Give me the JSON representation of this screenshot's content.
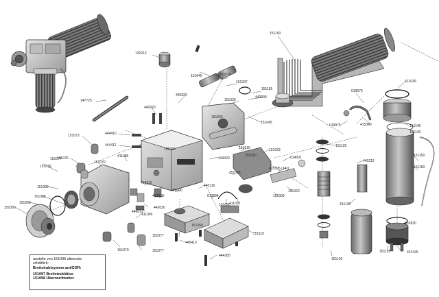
{
  "note": {
    "line1": "anstelle von 151095 alternativ",
    "line2": "erhältlich:",
    "line3": "Breitstrahlsystem antiCOR:",
    "line4": "151097 Breitstrahldüse",
    "line5": "151098 Überwurfmutter"
  },
  "parts": [
    {
      "id": "p151100",
      "label": "151100"
    },
    {
      "id": "p130213",
      "label": "130213"
    },
    {
      "id": "p151040",
      "label": "151040"
    },
    {
      "id": "p151038",
      "label": "151038"
    },
    {
      "id": "p151037",
      "label": "151037"
    },
    {
      "id": "p151165",
      "label": "151165"
    },
    {
      "id": "p443990",
      "label": "443990"
    },
    {
      "id": "p151030",
      "label": "151030"
    },
    {
      "id": "p151045",
      "label": "151045"
    },
    {
      "id": "p412039",
      "label": "412039"
    },
    {
      "id": "p019976",
      "label": "019976"
    },
    {
      "id": "p147725",
      "label": "147725"
    },
    {
      "id": "p440920",
      "label": "440920"
    },
    {
      "id": "p440920b",
      "label": "440920"
    },
    {
      "id": "p151043",
      "label": "151043"
    },
    {
      "id": "p415340",
      "label": "415340"
    },
    {
      "id": "p019975",
      "label": "019975"
    },
    {
      "id": "p151145",
      "label": "151145"
    },
    {
      "id": "p151140",
      "label": "151140"
    },
    {
      "id": "p151073",
      "label": "151073"
    },
    {
      "id": "p444410",
      "label": "444410"
    },
    {
      "id": "p444412",
      "label": "444412"
    },
    {
      "id": "p151075",
      "label": "151075"
    },
    {
      "id": "p151076",
      "label": "151076"
    },
    {
      "id": "p151080",
      "label": "151080"
    },
    {
      "id": "p151070",
      "label": "151070"
    },
    {
      "id": "p411089",
      "label": "411089"
    },
    {
      "id": "p151055",
      "label": "151055"
    },
    {
      "id": "p444420",
      "label": "444420"
    },
    {
      "id": "p151015",
      "label": "151015"
    },
    {
      "id": "p151023",
      "label": "151023"
    },
    {
      "id": "p151010",
      "label": "151010"
    },
    {
      "id": "p014001",
      "label": "014001"
    },
    {
      "id": "p151125",
      "label": "151125"
    },
    {
      "id": "p440212",
      "label": "440212"
    },
    {
      "id": "p151150",
      "label": "151150"
    },
    {
      "id": "p151160",
      "label": "151160"
    },
    {
      "id": "p151077",
      "label": "151077"
    },
    {
      "id": "p151078",
      "label": "151078"
    },
    {
      "id": "p151005",
      "label": "151005"
    },
    {
      "id": "p415305",
      "label": "415305 (14x)"
    },
    {
      "id": "p151060",
      "label": "151060"
    },
    {
      "id": "p151085",
      "label": "151085"
    },
    {
      "id": "p151090",
      "label": "151090"
    },
    {
      "id": "p151095",
      "label": "151095"
    },
    {
      "id": "p412710",
      "label": "412710"
    },
    {
      "id": "p443600",
      "label": "443600"
    },
    {
      "id": "p443830",
      "label": "443830"
    },
    {
      "id": "p440116",
      "label": "440116"
    },
    {
      "id": "p443020",
      "label": "443020"
    },
    {
      "id": "p013094",
      "label": "013094"
    },
    {
      "id": "p151050",
      "label": "151050"
    },
    {
      "id": "p411015",
      "label": "411015"
    },
    {
      "id": "p151009",
      "label": "151009"
    },
    {
      "id": "p151020",
      "label": "151020"
    },
    {
      "id": "p151006",
      "label": "151006"
    },
    {
      "id": "p151130",
      "label": "151130"
    },
    {
      "id": "p446013",
      "label": "446013"
    },
    {
      "id": "p411009",
      "label": "411009"
    },
    {
      "id": "p151350",
      "label": "151350"
    },
    {
      "id": "p151110",
      "label": "151110"
    },
    {
      "id": "p410830",
      "label": "410830"
    },
    {
      "id": "p151077b",
      "label": "151077"
    },
    {
      "id": "p151070b",
      "label": "151070"
    },
    {
      "id": "p445410",
      "label": "445410"
    },
    {
      "id": "p151077c",
      "label": "151077"
    },
    {
      "id": "p441425",
      "label": "441425"
    },
    {
      "id": "p151135",
      "label": "151135"
    },
    {
      "id": "p444305",
      "label": "444305"
    },
    {
      "id": "p151120",
      "label": "151120"
    }
  ]
}
